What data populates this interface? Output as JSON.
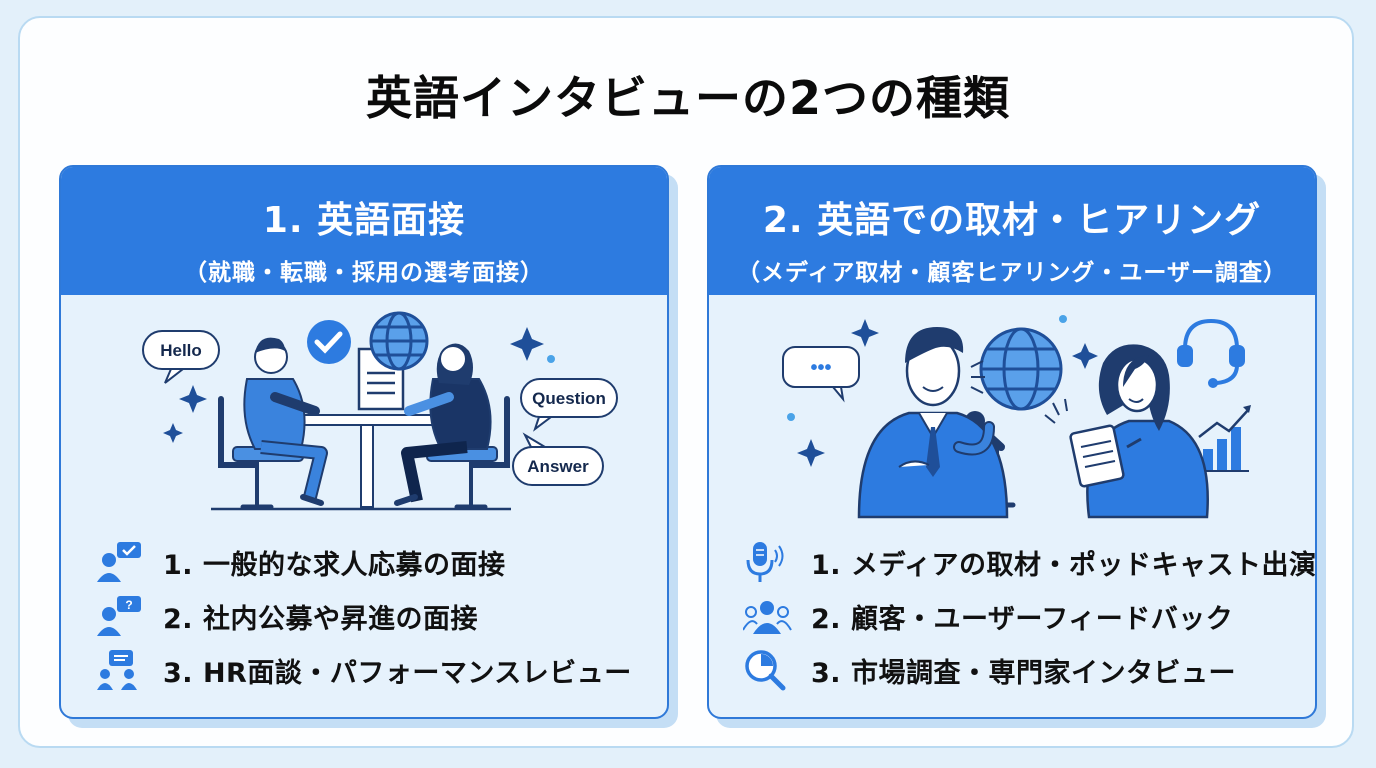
{
  "title": "英語インタビューの2つの種類",
  "cards": [
    {
      "title": "1. 英語面接",
      "subtitle": "（就職・転職・採用の選考面接）",
      "bubbles": {
        "hello": "Hello",
        "question": "Question",
        "answer": "Answer"
      },
      "items": [
        {
          "label": "1. 一般的な求人応募の面接",
          "icon": "applicant-chat-icon"
        },
        {
          "label": "2. 社内公募や昇進の面接",
          "icon": "internal-question-icon"
        },
        {
          "label": "3. HR面談・パフォーマンスレビュー",
          "icon": "hr-meeting-icon"
        }
      ]
    },
    {
      "title": "2. 英語での取材・ヒアリング",
      "subtitle": "（メディア取材・顧客ヒアリング・ユーザー調査）",
      "bubbles": {
        "ellipsis": "•••"
      },
      "items": [
        {
          "label": "1. メディアの取材・ポッドキャスト出演",
          "icon": "microphone-icon"
        },
        {
          "label": "2. 顧客・ユーザーフィードバック",
          "icon": "users-group-icon"
        },
        {
          "label": "3. 市場調査・専門家インタビュー",
          "icon": "research-magnifier-icon"
        }
      ]
    }
  ],
  "colors": {
    "primary": "#2d7be0",
    "light": "#e6f2fc",
    "background": "#e3f0fa",
    "dark": "#1f4f99"
  }
}
